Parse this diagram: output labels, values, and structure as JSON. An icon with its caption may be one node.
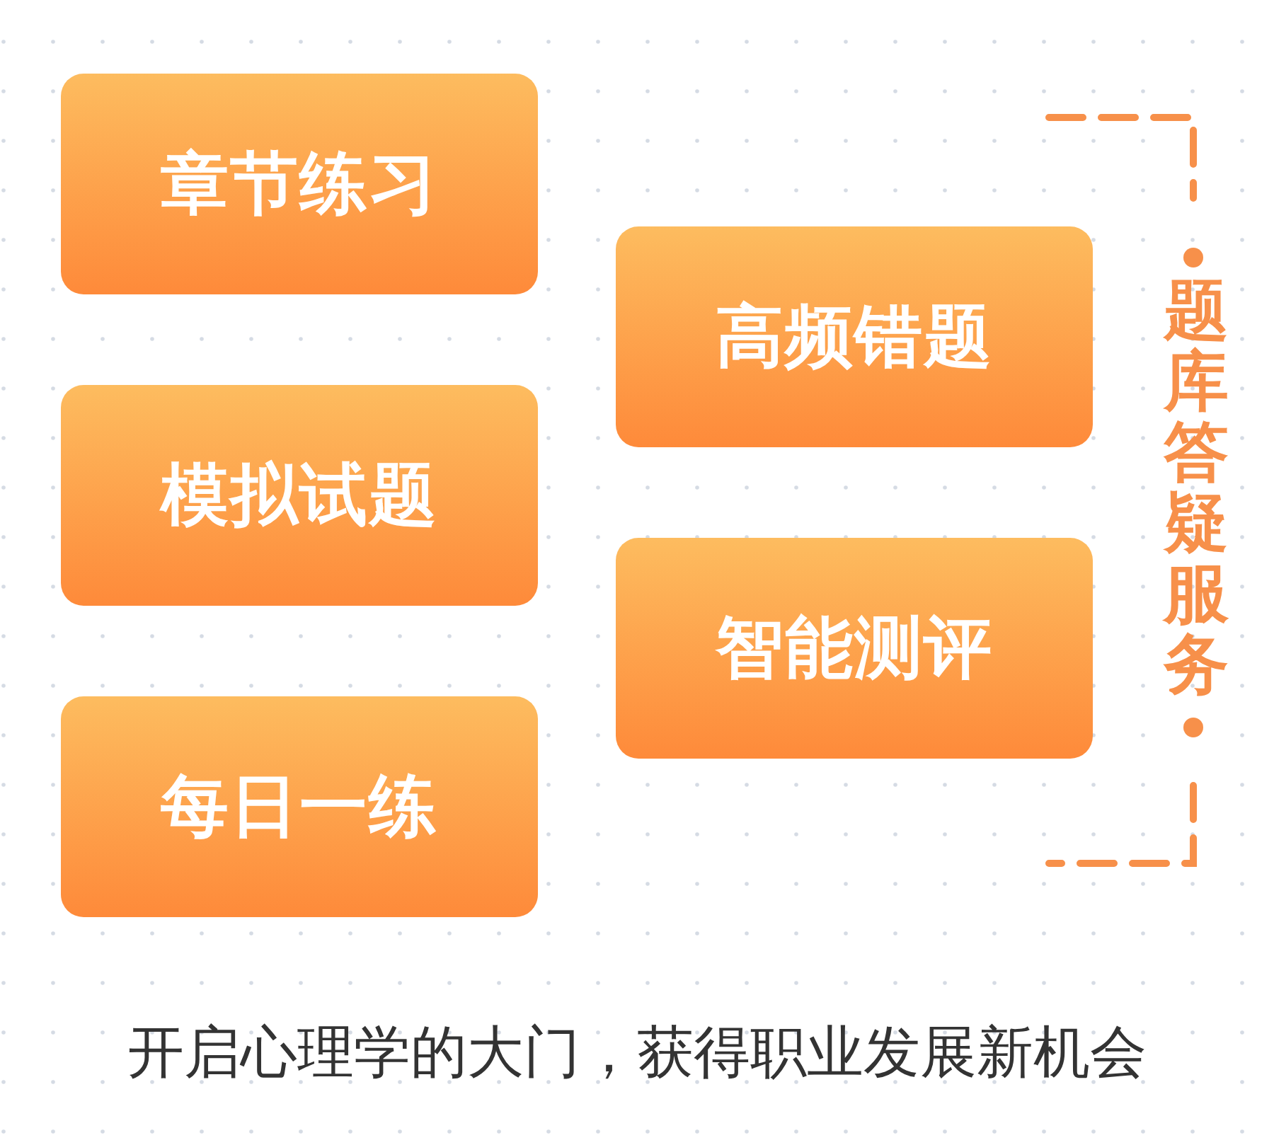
{
  "diagram": {
    "caption": "开启心理学的大门，获得职业发展新机会",
    "nodes": [
      {
        "text": [
          "章节练习"
        ]
      },
      {
        "text": [
          "模拟试题"
        ]
      },
      {
        "text": [
          "每日一练"
        ]
      },
      {
        "text": [
          "高频错题"
        ]
      },
      {
        "text": [
          "智能测评"
        ]
      }
    ],
    "labels": [
      "题库答疑服务"
    ]
  }
}
